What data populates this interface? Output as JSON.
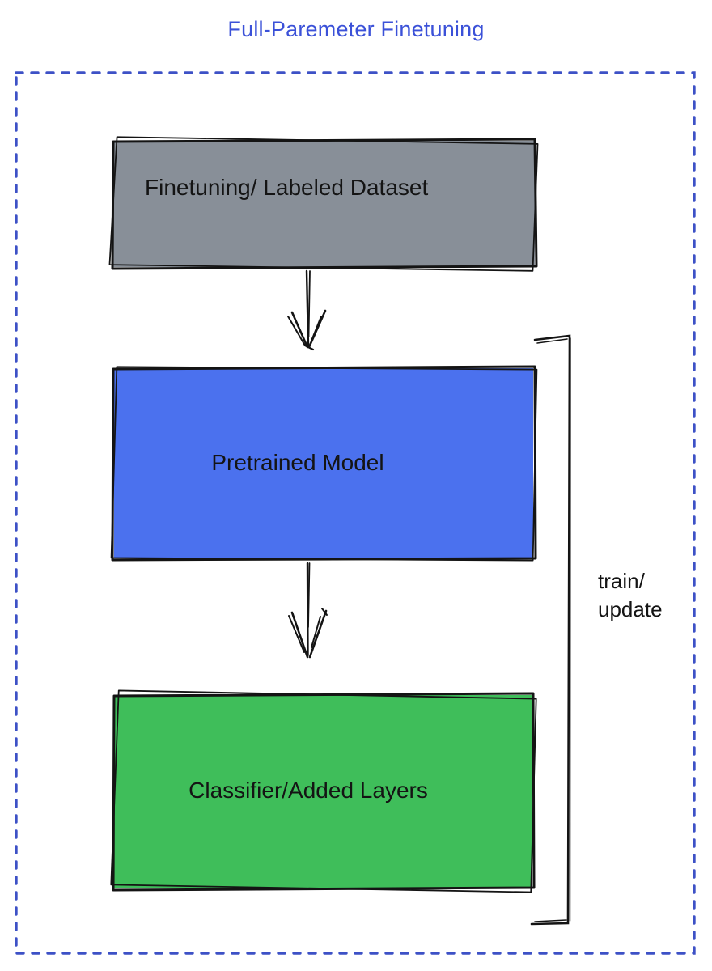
{
  "title": "Full-Paremeter Finetuning",
  "boxes": [
    {
      "id": "dataset",
      "label": "Finetuning/ Labeled Dataset"
    },
    {
      "id": "pretrained",
      "label": "Pretrained Model"
    },
    {
      "id": "classifier",
      "label": "Classifier/Added Layers"
    }
  ],
  "annotations": {
    "train_update": "train/\nupdate"
  },
  "colors": {
    "title_text": "#3B51D8",
    "dotted_border": "#3D51C6",
    "box_gray": "#888F98",
    "box_blue": "#4B71EE",
    "box_green": "#3FBE5A",
    "sketch_stroke": "#141414",
    "label_text": "#141414"
  }
}
